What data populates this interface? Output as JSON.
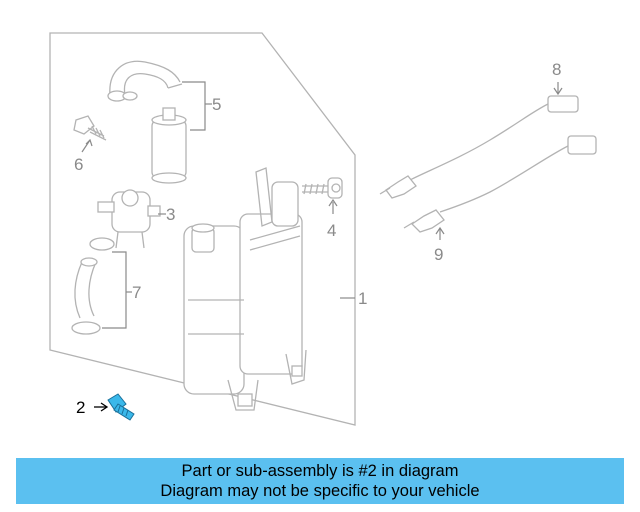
{
  "diagram": {
    "callouts": {
      "c1": "1",
      "c2": "2",
      "c3": "3",
      "c4": "4",
      "c5": "5",
      "c6": "6",
      "c7": "7",
      "c8": "8",
      "c9": "9"
    },
    "highlighted_part": "2",
    "colors": {
      "highlight": "#3ab8ea",
      "line_art": "#b3b3b3",
      "banner": "#5bc0f0"
    }
  },
  "banner": {
    "line1": "Part or sub-assembly is #2 in diagram",
    "line2": "Diagram may not be specific to your vehicle"
  }
}
